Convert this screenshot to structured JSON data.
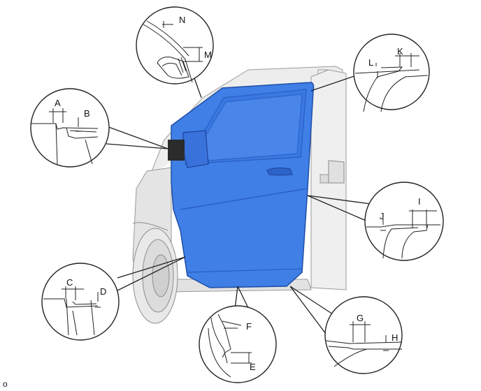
{
  "figure_code": "o",
  "labels": {
    "a": "A",
    "b": "B",
    "c": "C",
    "d": "D",
    "e": "E",
    "f": "F",
    "g": "G",
    "h": "H",
    "i": "I",
    "j": "J",
    "k": "K",
    "l": "L",
    "m": "M",
    "n": "N"
  },
  "colors": {
    "door_fill": "#3f7fe6",
    "door_shadow": "#2a5fc0",
    "body_fill": "#ececec",
    "body_line": "#9a9a9a",
    "window": "#3a78e2",
    "line": "#222222"
  },
  "icon_names": [
    "detail-magnifier-circle",
    "dimension-arrow"
  ]
}
